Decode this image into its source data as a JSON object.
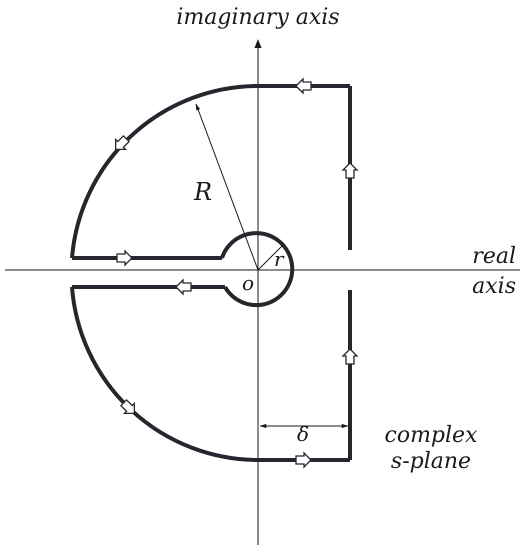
{
  "axes": {
    "vertical_label": "imaginary axis",
    "horizontal_label_line1": "real",
    "horizontal_label_line2": "axis"
  },
  "labels": {
    "origin": "o",
    "big_radius": "R",
    "small_radius": "r",
    "offset": "δ",
    "plane_line1": "complex",
    "plane_line2": "s-plane"
  },
  "colors": {
    "contour": "#24272d",
    "axis": "#1a1a1a",
    "arrow_fill": "#ffffff",
    "background": "#ffffff"
  },
  "icons": {
    "direction_marker": "hollow-arrow-icon"
  }
}
